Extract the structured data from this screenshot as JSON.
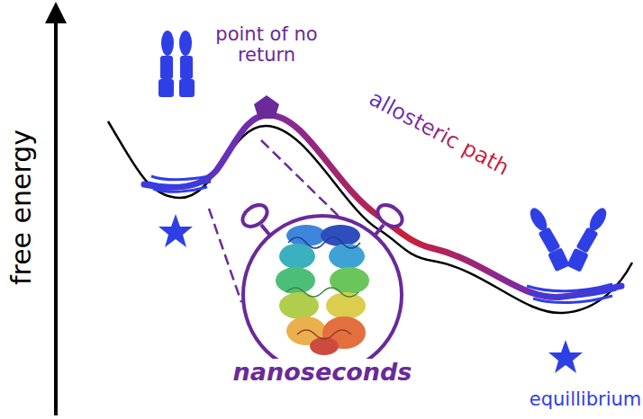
{
  "diagram": {
    "labels": [
      "free energy",
      "point of no return",
      "allosteric path",
      "nanoseconds",
      "equillibrium"
    ]
  }
}
